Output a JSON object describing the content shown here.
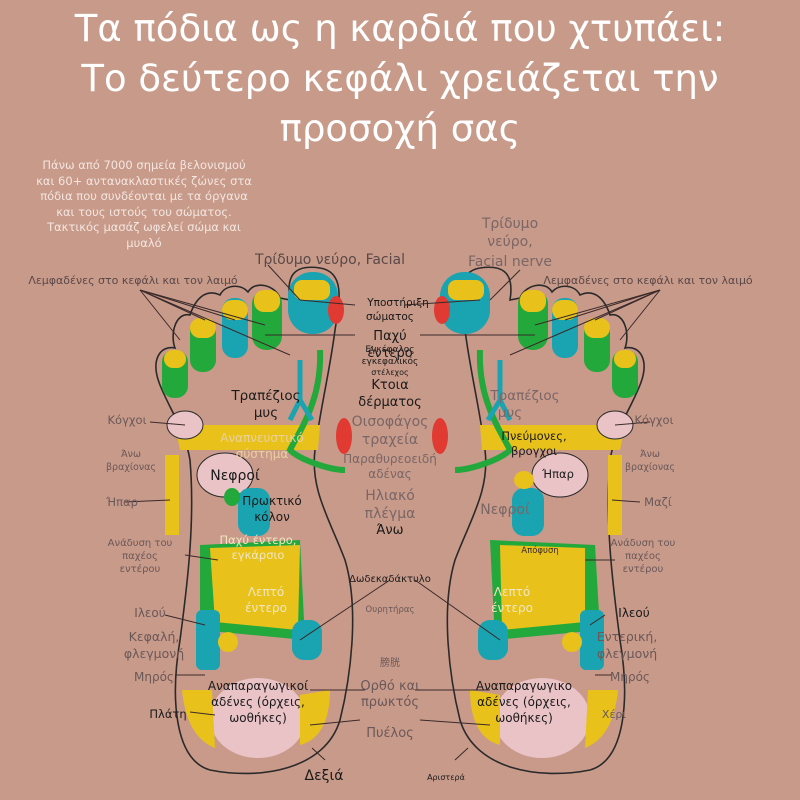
{
  "title": {
    "line1": "Τα πόδια ως η καρδιά που χτυπάει:",
    "line2": "Το δεύτερο κεφάλι χρειάζεται την",
    "line3": "προσοχή σας"
  },
  "intro": {
    "line1": "Πάνω από 7000 σημεία βελονισμού",
    "line2": "και 60+ αντανακλαστικές ζώνες στα",
    "line3": "πόδια που συνδέονται με τα όργανα",
    "line4": "και τους ιστούς του σώματος.",
    "line5": "Τακτικός μασάζ ωφελεί σώμα και",
    "line6": "μυαλό"
  },
  "left_labels": {
    "trigeminal": "Τρίδυμο νεύρο, Facial",
    "lymph": "Λεμφαδένες στο κεφάλι και τον λαιμό",
    "trapezius_1": "Τραπέζιος",
    "trapezius_2": "μυς",
    "shells": "Κόγχοι",
    "upper_arm_1": "Άνω",
    "upper_arm_2": "βραχίονας",
    "kidneys": "Νεφροί",
    "liver": "Ήπαρ",
    "ascending_1": "Ανάδυση του",
    "ascending_2": "παχέος",
    "ascending_3": "εντέρου",
    "ileum": "Ιλεού",
    "head_1": "Κεφαλή,",
    "head_2": "φλεγμονή",
    "thigh": "Μηρός",
    "back": "Πλάτη",
    "small_int_1": "Λεπτό",
    "small_int_2": "έντερο",
    "reproductive_1": "Αναπαραγωγικοί",
    "reproductive_2": "αδένες (όρχεις,",
    "reproductive_3": "ωοθήκες)",
    "respiratory_1": "Αναπνευστικό",
    "respiratory_2": "σύστημα",
    "colon_1": "Πρωκτικό",
    "colon_2": "κόλον",
    "transverse_1": "Παχύ έντερο,",
    "transverse_2": "εγκάρσιο",
    "foot_caption": "Δεξιά"
  },
  "center_labels": {
    "support_1": "Υποστήριξη",
    "support_2": "σώματος",
    "thick_1": "Παχύ",
    "thick_2": "έντερο",
    "brain_1": "Εγκέφαλος",
    "brain_2": "εγκεφαλικός",
    "brain_3": "στέλεχος",
    "skin_1": "Κτοια",
    "skin_2": "δέρματος",
    "esophagus_1": "Οισοφάγος",
    "esophagus_2": "τραχεία",
    "parathyroid_1": "Παραθυρεοειδή",
    "parathyroid_2": "αδένας",
    "plexus_1": "Ηλιακό",
    "plexus_2": "πλέγμα",
    "upper_1": "Άνω",
    "duodenum": "Δωδεκαδάκτυλο",
    "ureter": "Ουρητήρας",
    "bladder": "膀胱",
    "rectum_1": "Ορθό και",
    "rectum_2": "πρωκτός",
    "pelvis": "Πυέλος"
  },
  "right_labels": {
    "trigeminal_1": "Τρίδυμο",
    "trigeminal_2": "νεύρο,",
    "trigeminal_3": "Facial nerve",
    "lymph": "Λεμφαδένες στο κεφάλι και τον λαιμό",
    "trapezius_1": "Τραπέζιος",
    "trapezius_2": "μυς",
    "shells": "Κόγχοι",
    "lungs_1": "Πνεύμονες,",
    "lungs_2": "βρογχοι",
    "upper_arm_1": "Άνω",
    "upper_arm_2": "βραχίονας",
    "liver": "Ήπαρ",
    "spleen": "Μαζί",
    "kidneys": "Νεφροί",
    "appendix": "Απόφυση",
    "ascending_1": "Ανάδυση του",
    "ascending_2": "παχέος",
    "ascending_3": "εντέρου",
    "small_int_1": "Λεπτό",
    "small_int_2": "έντερο",
    "ileum": "Ιλεού",
    "enteric_1": "Εντερική,",
    "enteric_2": "φλεγμονή",
    "thigh": "Μηρός",
    "reproductive_1": "Αναπαραγωγικο",
    "reproductive_2": "αδένες (όρχεις,",
    "reproductive_3": "ωοθήκες)",
    "back": "Χέρι",
    "foot_caption": "Αριστερά"
  },
  "colors": {
    "background": "#c89a8a",
    "yellow": "#e8c21a",
    "teal": "#1aa3b0",
    "green": "#23a83c",
    "red": "#e03a32",
    "pink": "#e9c3c6",
    "outline": "#2a2a2a"
  }
}
